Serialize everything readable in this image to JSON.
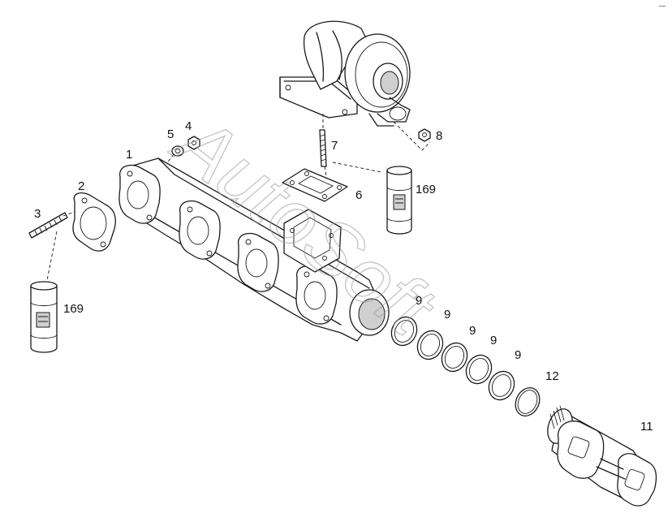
{
  "watermark": "AutoSoft",
  "corner_mark": "-‒",
  "callouts": {
    "c1": "1",
    "c2": "2",
    "c3": "3",
    "c4": "4",
    "c5": "5",
    "c6": "6",
    "c7": "7",
    "c8": "8",
    "c9a": "9",
    "c9b": "9",
    "c9c": "9",
    "c9d": "9",
    "c9e": "9",
    "c11": "11",
    "c12": "12",
    "c169a": "169",
    "c169b": "169"
  }
}
